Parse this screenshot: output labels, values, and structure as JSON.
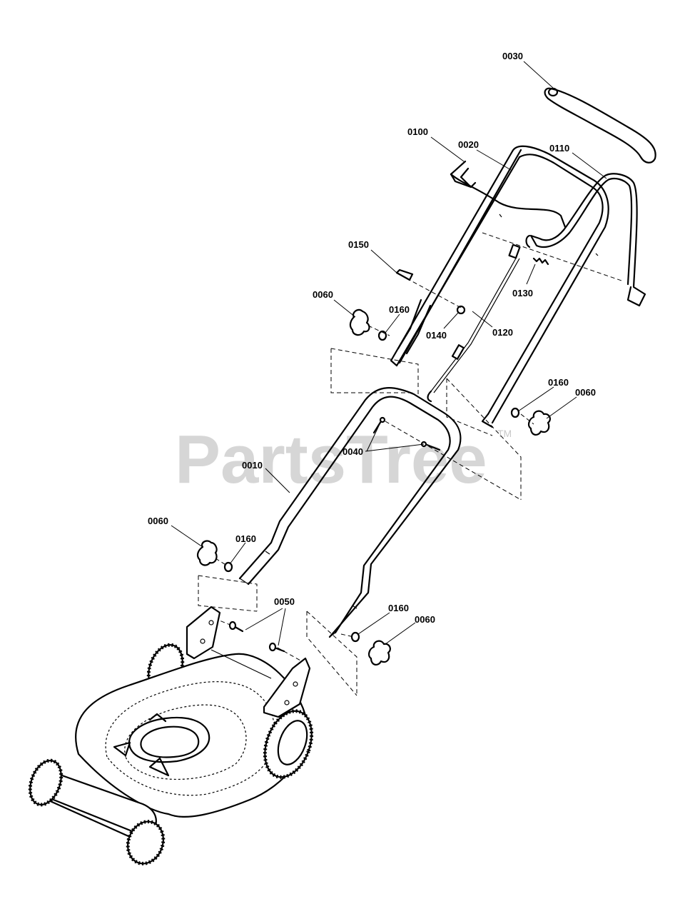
{
  "watermark": {
    "text": "PartsTree",
    "tm": "TM"
  },
  "callouts": [
    {
      "id": "c0030",
      "label": "0030"
    },
    {
      "id": "c0100",
      "label": "0100"
    },
    {
      "id": "c0020",
      "label": "0020"
    },
    {
      "id": "c0110",
      "label": "0110"
    },
    {
      "id": "c0150",
      "label": "0150"
    },
    {
      "id": "c0130",
      "label": "0130"
    },
    {
      "id": "c0060a",
      "label": "0060"
    },
    {
      "id": "c0160a",
      "label": "0160"
    },
    {
      "id": "c0140",
      "label": "0140"
    },
    {
      "id": "c0120",
      "label": "0120"
    },
    {
      "id": "c0160b",
      "label": "0160"
    },
    {
      "id": "c0060b",
      "label": "0060"
    },
    {
      "id": "c0040",
      "label": "0040"
    },
    {
      "id": "c0010",
      "label": "0010"
    },
    {
      "id": "c0060c",
      "label": "0060"
    },
    {
      "id": "c0160c",
      "label": "0160"
    },
    {
      "id": "c0050",
      "label": "0050"
    },
    {
      "id": "c0160d",
      "label": "0160"
    },
    {
      "id": "c0060d",
      "label": "0060"
    }
  ]
}
